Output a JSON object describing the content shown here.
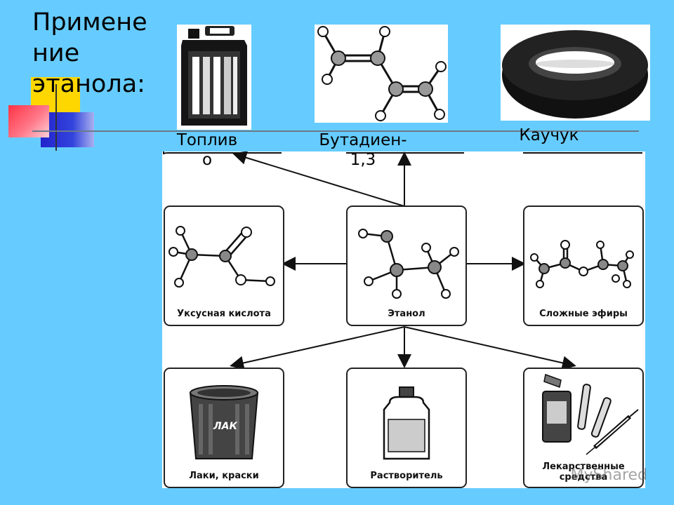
{
  "slide": {
    "title_lines": [
      "Примене",
      "ние",
      "этанола:"
    ],
    "background_color": "#66ccff"
  },
  "top_items": [
    {
      "label_lines": [
        "Топлив",
        "о"
      ],
      "icon": "fuel-canister-icon"
    },
    {
      "label_lines": [
        "Бутадиен-",
        "1,3"
      ],
      "icon": "butadiene-molecule-icon"
    },
    {
      "label_lines": [
        "Каучук"
      ],
      "icon": "tire-icon"
    }
  ],
  "diagram": {
    "center": {
      "label": "Этанол",
      "icon": "ethanol-molecule-icon"
    },
    "left": {
      "label": "Уксусная кислота",
      "icon": "acetic-acid-molecule-icon"
    },
    "right": {
      "label": "Сложные эфиры",
      "icon": "ester-molecule-icon"
    },
    "bottom": [
      {
        "label": "Лаки, краски",
        "icon": "varnish-can-icon",
        "can_text": "ЛАК"
      },
      {
        "label": "Растворитель",
        "icon": "solvent-bottle-icon"
      },
      {
        "label_lines": [
          "Лекарственные",
          "средства"
        ],
        "icon": "medicines-icon"
      }
    ]
  },
  "watermark": "MyShared"
}
